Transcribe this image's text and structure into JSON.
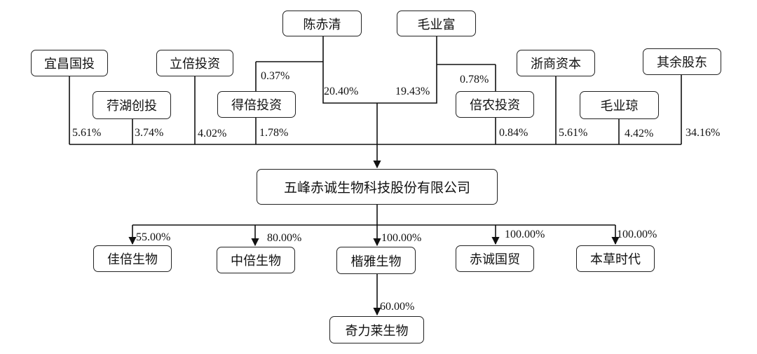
{
  "shareholders": {
    "yichang": "宜昌国投",
    "xinghu": "荇湖创投",
    "libei": "立倍投资",
    "debei": "得倍投资",
    "chenchiqing": "陈赤清",
    "maoyefu": "毛业富",
    "beinong": "倍农投资",
    "zheshang": "浙商资本",
    "maoyeqiong": "毛业琼",
    "others": "其余股东"
  },
  "company": "五峰赤诚生物科技股份有限公司",
  "subsidiaries": {
    "jiabei": "佳倍生物",
    "zhongbei": "中倍生物",
    "kaiya": "楷雅生物",
    "chicheng": "赤诚国贸",
    "bencao": "本草时代"
  },
  "grandchild": "奇力莱生物",
  "percentages": {
    "yichang": "5.61%",
    "xinghu": "3.74%",
    "libei": "4.02%",
    "debei": "1.78%",
    "chen_to_debei": "0.37%",
    "chenchiqing": "20.40%",
    "maoyefu": "19.43%",
    "mao_to_beinong": "0.78%",
    "beinong": "0.84%",
    "zheshang": "5.61%",
    "maoyeqiong": "4.42%",
    "others": "34.16%",
    "jiabei": "55.00%",
    "zhongbei": "80.00%",
    "kaiya": "100.00%",
    "chicheng": "100.00%",
    "bencao": "100.00%",
    "qililai": "60.00%"
  }
}
